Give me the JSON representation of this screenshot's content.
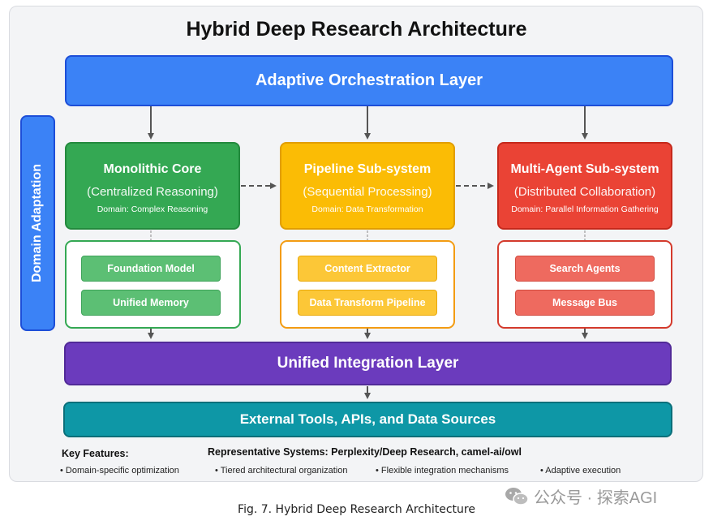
{
  "title": "Hybrid Deep Research Architecture",
  "layers": {
    "orchestration": "Adaptive Orchestration Layer",
    "integration": "Unified Integration Layer",
    "external": "External Tools, APIs, and Data Sources",
    "domain": "Domain Adaptation"
  },
  "cores": [
    {
      "title": "Monolithic Core",
      "subtitle": "(Centralized Reasoning)",
      "domain": "Domain: Complex Reasoning",
      "components": [
        "Foundation Model",
        "Unified Memory"
      ]
    },
    {
      "title": "Pipeline Sub-system",
      "subtitle": "(Sequential Processing)",
      "domain": "Domain: Data Transformation",
      "components": [
        "Content Extractor",
        "Data Transform Pipeline"
      ]
    },
    {
      "title": "Multi-Agent Sub-system",
      "subtitle": "(Distributed Collaboration)",
      "domain": "Domain: Parallel Information Gathering",
      "components": [
        "Search Agents",
        "Message Bus"
      ]
    }
  ],
  "features": {
    "key_label": "Key Features:",
    "representative": "Representative Systems: Perplexity/Deep Research, camel-ai/owl",
    "bullets": [
      "• Domain-specific optimization",
      "• Tiered architectural organization",
      "• Flexible integration mechanisms",
      "• Adaptive execution"
    ]
  },
  "caption": "Fig. 7.  Hybrid Deep Research Architecture",
  "watermark": "公众号 · 探索AGI",
  "colors": {
    "blue": "#3b82f6",
    "green": "#34a853",
    "yellow": "#fbbc05",
    "red": "#ea4335",
    "purple": "#6b3bbd",
    "teal": "#0e97a6",
    "arrow": "#555555"
  }
}
